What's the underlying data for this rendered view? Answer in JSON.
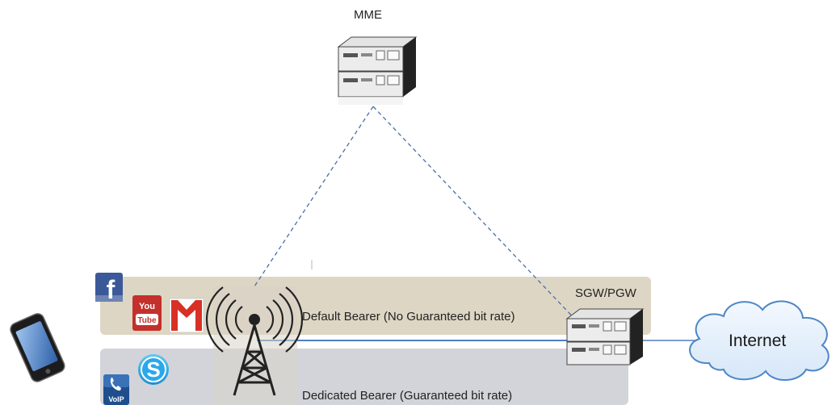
{
  "nodes": {
    "mme": {
      "label": "MME"
    },
    "sgw_pgw": {
      "label": "SGW/PGW"
    },
    "internet": {
      "label": "Internet"
    }
  },
  "bearers": {
    "default": {
      "label": "Default Bearer (No Guaranteed bit rate)",
      "color": "#ddd6c4"
    },
    "dedicated": {
      "label": "Dedicated Bearer (Guaranteed bit rate)",
      "color": "#d2d4d9"
    }
  },
  "app_icons": {
    "default_bearer": [
      "facebook-icon",
      "youtube-icon",
      "gmail-icon"
    ],
    "dedicated_bearer": [
      "skype-icon",
      "voip-phone-icon"
    ]
  },
  "icon_text": {
    "facebook": "f",
    "youtube_top": "You",
    "youtube_bottom": "Tube",
    "skype": "S",
    "voip": "VoIP"
  },
  "colors": {
    "link_dashed": "#4a6fa5",
    "link_solid": "#4f7fc0",
    "cloud_fill": "#e6f1fb",
    "cloud_stroke": "#4f86c6"
  }
}
